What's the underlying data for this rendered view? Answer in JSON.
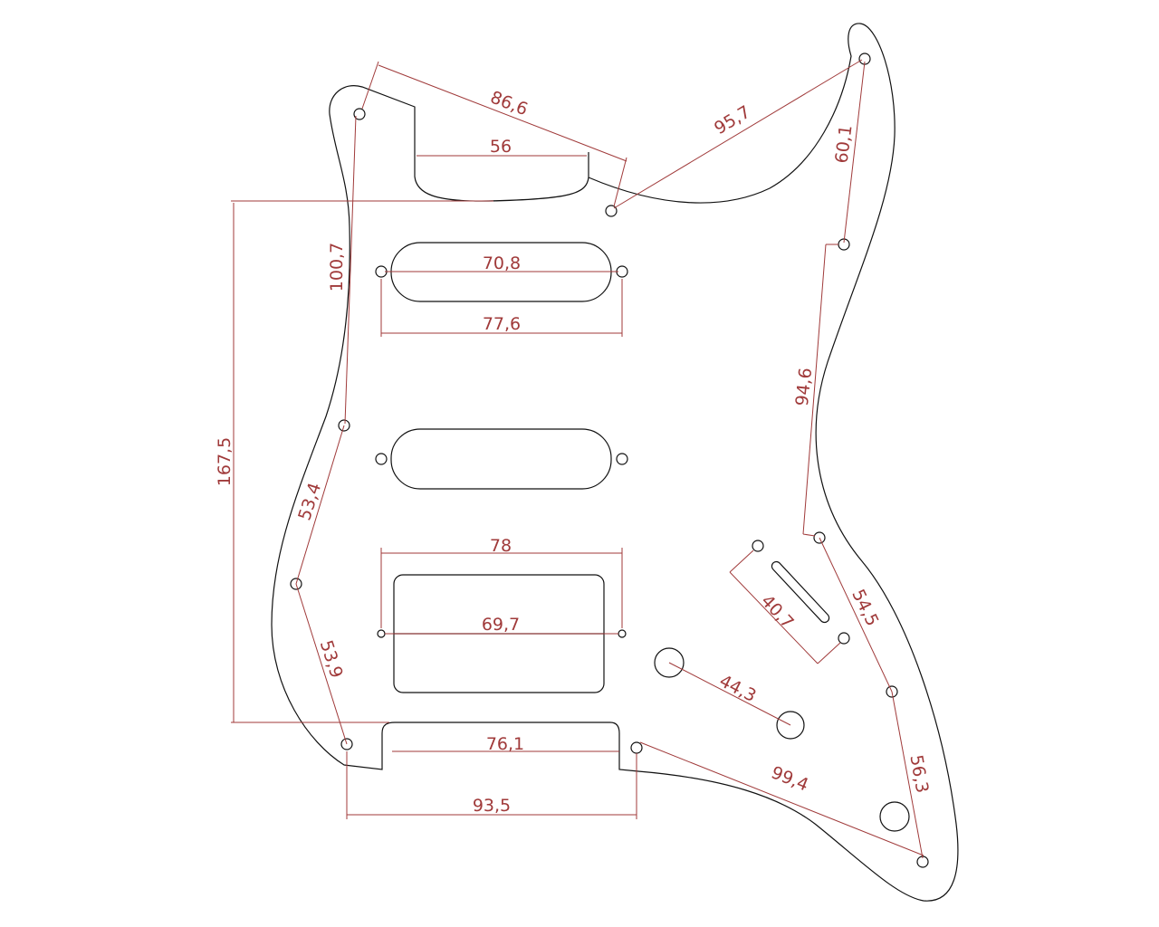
{
  "colors": {
    "outline": "#111111",
    "dimension": "#a03a3a",
    "background": "#ffffff"
  },
  "dimensions": {
    "top_horn_to_neck": "86,6",
    "neck_pocket_width": "56",
    "neck_to_top_right": "95,7",
    "top_right_screws": "60,1",
    "left_upper_screws": "100,7",
    "overall_height": "167,5",
    "single_coil_length": "70,8",
    "single_coil_holes": "77,6",
    "left_mid_screws": "53,4",
    "left_lower_screws": "53,9",
    "humbucker_holes": "78",
    "humbucker_inner": "69,7",
    "bottom_cutout": "76,1",
    "bottom_screws": "93,5",
    "right_mid_screws": "94,6",
    "right_lower_screws": "54,5",
    "switch_screws": "40,7",
    "pots_spacing": "44,3",
    "bottom_to_jack": "99,4",
    "right_bottom_screws": "56,3"
  }
}
